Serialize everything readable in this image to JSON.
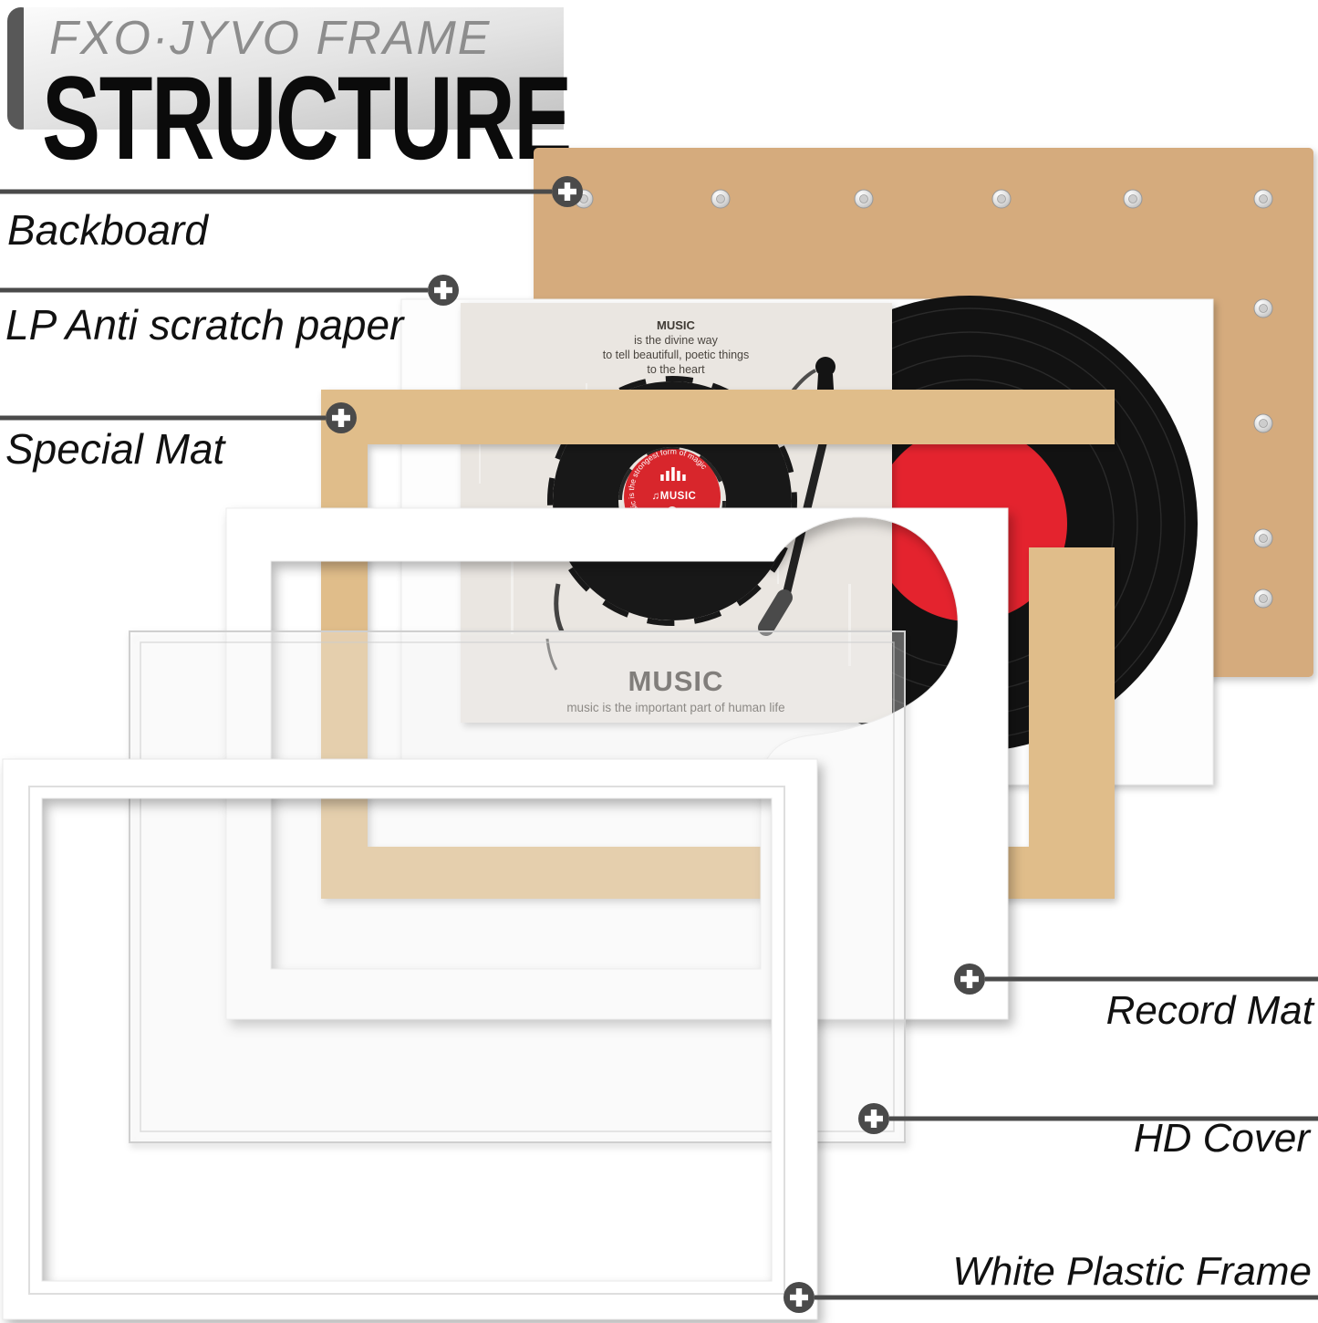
{
  "header": {
    "brand": "FXO·JYVO FRAME",
    "title": "STRUCTURE"
  },
  "callouts": {
    "backboard": "Backboard",
    "lp_paper": "LP Anti scratch paper",
    "special_mat": "Special Mat",
    "record_mat": "Record Mat",
    "hd_cover": "HD Cover",
    "white_frame": "White Plastic Frame"
  },
  "album_art": {
    "quote": [
      "MUSIC",
      "is the divine way",
      "to tell beautifull, poetic things",
      "to the heart"
    ],
    "heart": "♥",
    "label_arc_text": "Music is the strongest form of magic",
    "label_brand": "♫MUSIC",
    "footer_title": "MUSIC",
    "footer_subtitle": "music is the important part of human life"
  },
  "colors": {
    "backboard_tan": "#d5ab7d",
    "mat_tan": "#e0bd8a",
    "record_black": "#121212",
    "record_label_red": "#e4232e",
    "print_label_red": "#d8262c",
    "callout_line": "#4a4a4a",
    "marker": "#4a4a4a"
  }
}
